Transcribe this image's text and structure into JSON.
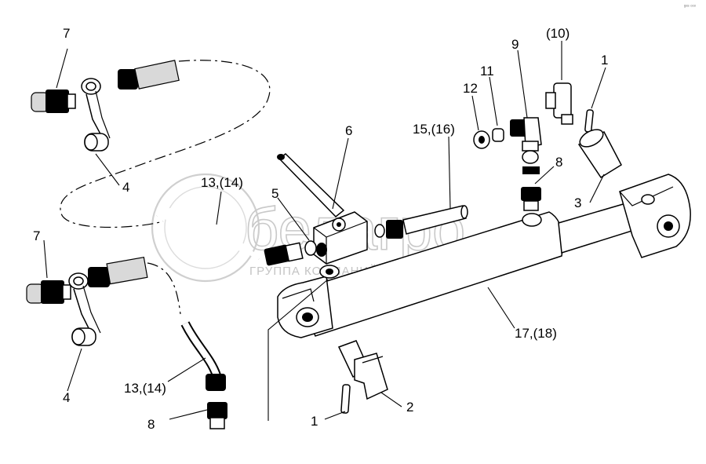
{
  "watermark": {
    "brand": "белагро",
    "tagline": "ГРУППА КОМПАНИЙ"
  },
  "corner_mark": "ᵍᵃˢ ᵒᵒᵒ",
  "callouts": [
    {
      "id": "c7a",
      "text": "7"
    },
    {
      "id": "c4a",
      "text": "4"
    },
    {
      "id": "c13a",
      "text": "13,(14)"
    },
    {
      "id": "c5",
      "text": "5"
    },
    {
      "id": "c6",
      "text": "6"
    },
    {
      "id": "c15",
      "text": "15,(16)"
    },
    {
      "id": "c12",
      "text": "12"
    },
    {
      "id": "c11",
      "text": "11"
    },
    {
      "id": "c9",
      "text": "9"
    },
    {
      "id": "c10",
      "text": "(10)"
    },
    {
      "id": "c1a",
      "text": "1"
    },
    {
      "id": "c8a",
      "text": "8"
    },
    {
      "id": "c3",
      "text": "3"
    },
    {
      "id": "c7b",
      "text": "7"
    },
    {
      "id": "c4b",
      "text": "4"
    },
    {
      "id": "c13b",
      "text": "13,(14)"
    },
    {
      "id": "c8b",
      "text": "8"
    },
    {
      "id": "c1b",
      "text": "1"
    },
    {
      "id": "c2",
      "text": "2"
    },
    {
      "id": "c17",
      "text": "17,(18)"
    }
  ]
}
